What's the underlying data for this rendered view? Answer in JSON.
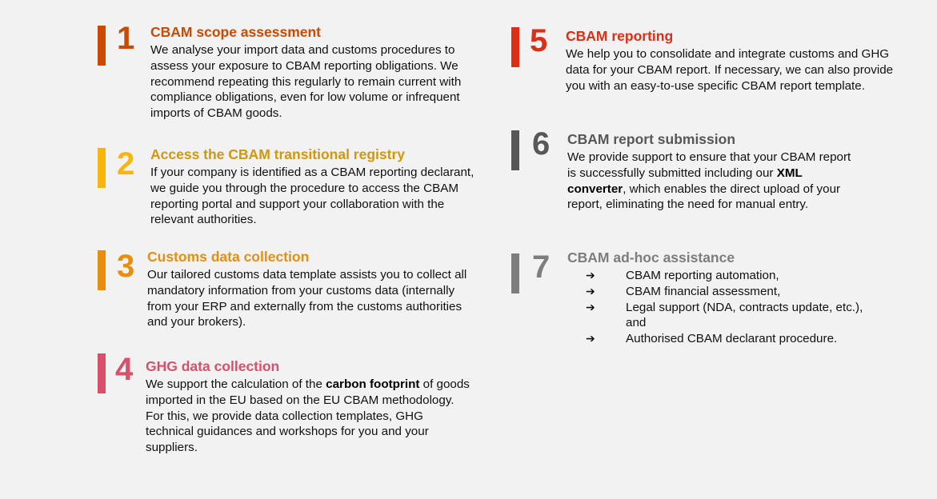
{
  "colors": {
    "step1": "#c84b00",
    "step2": "#f8b50b",
    "step3": "#e88e0f",
    "step4": "#d8506c",
    "step5": "#dd2f16",
    "step6": "#575757",
    "step7": "#7d7d7d",
    "background": "#f2f2f2"
  },
  "steps": [
    {
      "number": "1",
      "title": "CBAM scope assessment",
      "body": "We analyse your import data and customs procedures to assess your exposure to CBAM reporting obligations. We recommend repeating this regularly to remain current with compliance obligations, even for low volume or infrequent imports of CBAM goods."
    },
    {
      "number": "2",
      "title": "Access the CBAM transitional registry",
      "body": "If your company is identified as a CBAM reporting declarant, we guide you through the procedure to access the CBAM reporting portal and support your collaboration with the relevant authorities."
    },
    {
      "number": "3",
      "title": "Customs data collection",
      "body": "Our tailored customs data template assists you to collect all mandatory information from your customs data (internally from your ERP and externally from the customs authorities and your brokers)."
    },
    {
      "number": "4",
      "title": "GHG data collection",
      "body_pre": "We support the calculation of the ",
      "body_bold": "carbon footprint",
      "body_post": " of goods imported in the EU based on the EU CBAM methodology. For this, we provide data collection templates, GHG technical guidances and workshops for you and your suppliers."
    },
    {
      "number": "5",
      "title": "CBAM reporting",
      "body": "We help you to consolidate and integrate customs and GHG data for your CBAM report. If necessary, we can also provide you with an easy-to-use specific CBAM report template."
    },
    {
      "number": "6",
      "title": "CBAM report submission",
      "body_pre": "We provide support to ensure that your CBAM report is successfully submitted including our ",
      "body_bold": "XML converter",
      "body_post": ", which enables the direct upload of your report, eliminating the need for manual entry."
    },
    {
      "number": "7",
      "title": "CBAM ad-hoc assistance",
      "arrow_glyph": "➔",
      "items": [
        "CBAM reporting automation,",
        "CBAM financial assessment,",
        "Legal support (NDA, contracts update, etc.), and",
        "Authorised CBAM declarant procedure."
      ]
    }
  ]
}
